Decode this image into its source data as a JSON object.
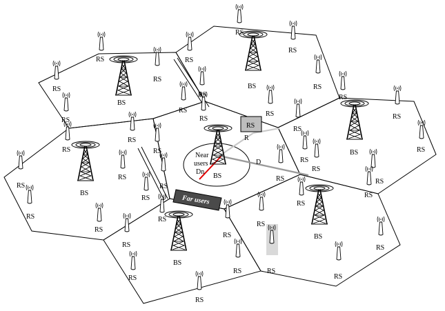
{
  "labels": {
    "rs": "RS",
    "bs": "BS",
    "near_users_line1": "Near",
    "near_users_line2": "users",
    "dn": "Dn",
    "relay_box": "RS",
    "r": "R",
    "d": "D",
    "far_users": "Far users"
  },
  "colors": {
    "line": "#000000",
    "link_d": "#9a9a9a",
    "link_r": "#c8c8c8",
    "dn_line": "#e00000",
    "box_fill": "#bdbdbd",
    "far_box_fill": "#4a4a4a",
    "highlight": "#d9d9d9"
  },
  "icons": {
    "base_station": "lattice-tower-icon",
    "relay_station": "antenna-icon"
  }
}
